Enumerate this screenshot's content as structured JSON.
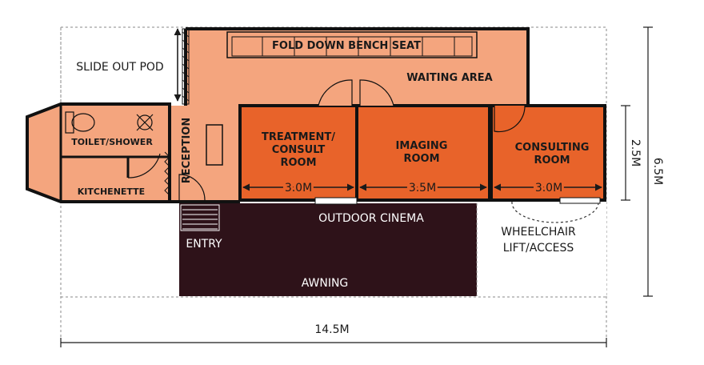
{
  "rooms": {
    "fold_down_bench": "FOLD DOWN BENCH SEAT",
    "waiting_area": "WAITING AREA",
    "slide_out_pod": "SLIDE OUT POD",
    "toilet_shower": "TOILET/SHOWER",
    "kitchenette": "KITCHENETTE",
    "reception": "RECEPTION",
    "treatment_line1": "TREATMENT/",
    "treatment_line2": "CONSULT",
    "treatment_line3": "ROOM",
    "imaging_line1": "IMAGING",
    "imaging_line2": "ROOM",
    "consulting_line1": "CONSULTING",
    "consulting_line2": "ROOM",
    "outdoor_cinema": "OUTDOOR CINEMA",
    "entry": "ENTRY",
    "awning": "AWNING",
    "wheelchair_line1": "WHEELCHAIR",
    "wheelchair_line2": "LIFT/ACCESS"
  },
  "dimensions": {
    "treatment_width": "3.0M",
    "imaging_width": "3.5M",
    "consulting_width": "3.0M",
    "room_depth": "2.5M",
    "total_depth": "6.5M",
    "total_length": "14.5M"
  },
  "colors": {
    "light_orange": "#f4a57e",
    "room_orange": "#e8632a",
    "awning": "#2e1219",
    "wall": "#111111"
  }
}
